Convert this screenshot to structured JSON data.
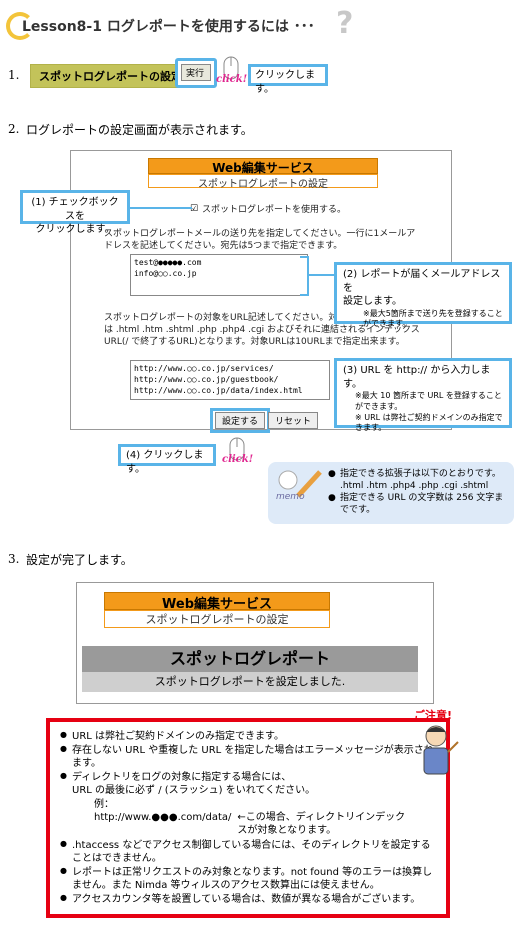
{
  "lesson": {
    "title": "Lesson8-1  ログレポートを使用するには ･･･",
    "question_mark": "?"
  },
  "step1": {
    "number": "1.",
    "chip": "スポットログレポートの設定",
    "exec_label": "実行",
    "click": "click!",
    "callout": "クリックします。"
  },
  "step2": {
    "number": "2.",
    "text": "ログレポートの設定画面が表示されます。"
  },
  "panel": {
    "service_title": "Web編集サービス",
    "service_subtitle": "スポットログレポートの設定",
    "checkbox_mark": "☑",
    "checkbox_label": "スポットログレポートを使用する。",
    "mail_instructions": "スポットログレポートメールの送り先を指定してください。一行に1メールアドレスを記述してください。宛先は5つまで指定できます。",
    "mail_lines": [
      "test@●●●●●.com",
      "info@○○.co.jp"
    ],
    "url_instructions": "スポットログレポートの対象をURL記述してください。対象と のファイル形式は .html .htm .shtml .php .php4 .cgi およびそれに連結されるインデックスURL(/ で終了するURL)となります。対象URLは10URLまで指定出来ます。",
    "url_lines": [
      "http://www.○○.co.jp/services/",
      "http://www.○○.co.jp/guestbook/",
      "http://www.○○.co.jp/data/index.html"
    ],
    "submit_label": "設定する",
    "reset_label": "リセット"
  },
  "callouts": {
    "c1": "(1) チェックボックスを\nクリックします。",
    "c2_title": "(2) レポートが届くメールアドレスを\n設定します。",
    "c2_note": "※最大5箇所まで送り先を登録することができます。",
    "c3_title": "(3) URL を http:// から入力します。",
    "c3_note1": "※最大 10 箇所まで URL を登録することができます。",
    "c3_note2": "※ URL は弊社ご契約ドメインのみ指定できます。",
    "c4": "(4) クリックします。",
    "click": "click!"
  },
  "memo": {
    "label": "memo",
    "item1": "指定できる拡張子は以下のとおりです。\n.html .htm .php4 .php .cgi .shtml",
    "item2": "指定できる URL の文字数は 256 文字までです。"
  },
  "step3": {
    "number": "3.",
    "text": "設定が完了します。"
  },
  "result": {
    "service_title": "Web編集サービス",
    "service_subtitle": "スポットログレポートの設定",
    "heading": "スポットログレポート",
    "message": "スポットログレポートを設定しました."
  },
  "warning": {
    "badge": "ご注意!",
    "items": [
      "URL は弊社ご契約ドメインのみ指定できます。",
      "存在しない URL や重複した URL を指定した場合はエラーメッセージが表示されます。",
      "ディレクトリをログの対象に指定する場合には、\nURL の最後に必ず / (スラッシュ) をいれてください。",
      ".htaccess などでアクセス制御している場合には、そのディレクトリを設定することはできません。",
      "レポートは正常リクエストのみ対象となります。not found 等のエラーは換算しません。また Nimda 等ウィルスのアクセス数算出には使えません。",
      "アクセスカウンタ等を設置している場合は、数値が異なる場合がございます。"
    ],
    "example_label": "例：",
    "example_url": "http://www.●●●.com/data/",
    "example_note": "←この場合、ディレクトリインデックスが対象となります。"
  },
  "colors": {
    "accent_blue": "#59b4e8",
    "orange": "#f39a1a",
    "warning_red": "#e60012",
    "chip": "#c3c35a"
  }
}
